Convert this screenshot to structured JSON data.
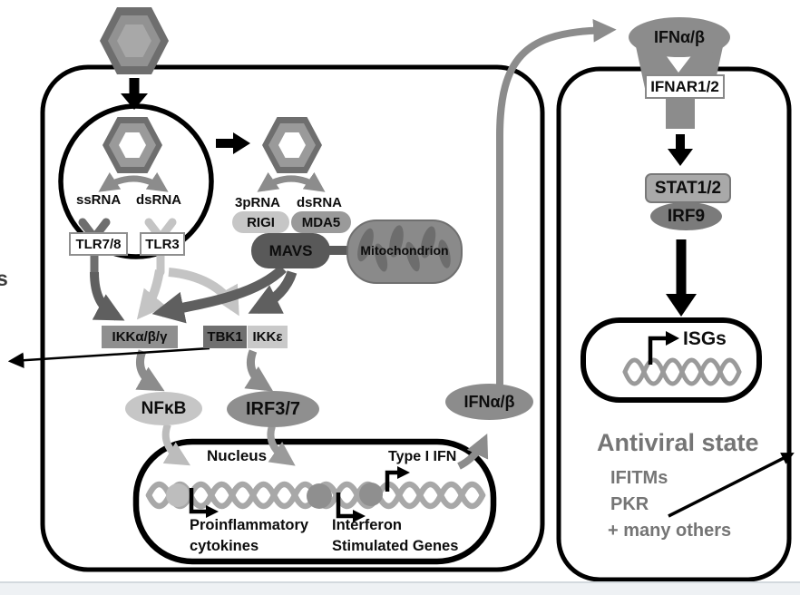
{
  "palette": {
    "membrane": "#000000",
    "gray_mid": "#8c8c8c",
    "gray_light": "#c6c6c6",
    "gray_dark": "#5f5f5f",
    "muted_text": "#757575",
    "footer_bg": "#eef1f4"
  },
  "infected_cell": {
    "endosome": {
      "ssRNA": "ssRNA",
      "dsRNA": "dsRNA",
      "tlr78": "TLR7/8",
      "tlr3": "TLR3"
    },
    "cytosol": {
      "rna3p": "3pRNA",
      "dsRNA": "dsRNA",
      "rigi": "RIGI",
      "mda5": "MDA5",
      "mavs": "MAVS",
      "mitochondrion": "Mitochondrion"
    },
    "kinases": {
      "ikk": "IKKα/β/γ",
      "tbk1": "TBK1",
      "ikke": "IKKε"
    },
    "factors": {
      "nfkb": "NFκB",
      "irf37": "IRF3/7"
    },
    "nucleus": {
      "label": "Nucleus",
      "gene1_line1": "Proinflammatory",
      "gene1_line2": "cytokines",
      "gene2_line1": "Interferon",
      "gene2_line2": "Stimulated Genes",
      "type1ifn": "Type I IFN"
    },
    "ifnab": "IFNα/β"
  },
  "responder_cell": {
    "ifnab": "IFNα/β",
    "ifnar": "IFNAR1/2",
    "stat12": "STAT1/2",
    "irf9": "IRF9",
    "isgs": "ISGs",
    "antiviral": {
      "title": "Antiviral state",
      "items": [
        "IFITMs",
        "PKR",
        "+ many others"
      ]
    }
  },
  "edge_fragment": "s"
}
